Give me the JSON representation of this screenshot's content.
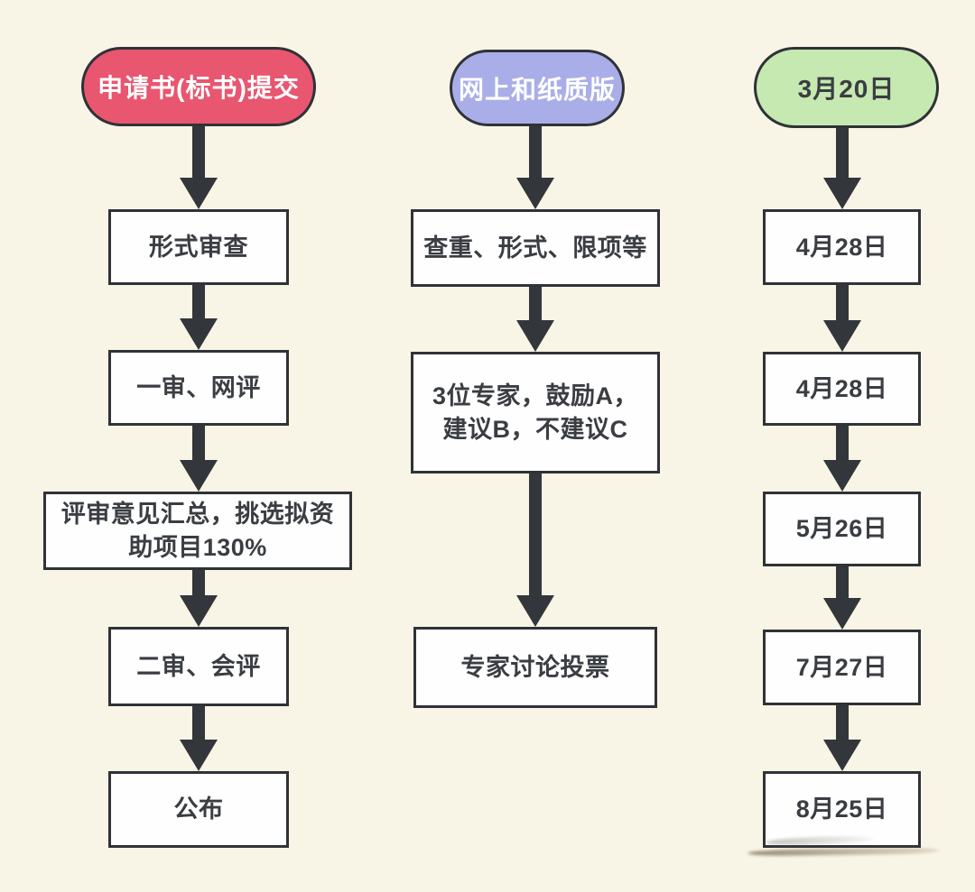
{
  "colors": {
    "background": "#f9f5e6",
    "header_pink": "#e8566f",
    "header_purple": "#a9aee8",
    "header_green": "#c5e9b0",
    "node_border": "#2f3237",
    "arrow": "#33363a",
    "text_dark": "#3a3d42",
    "text_light": "#ffffff",
    "node_fill": "#fefefe"
  },
  "diagram": {
    "type": "flowchart",
    "columns": [
      {
        "id": "review-process",
        "header": "申请书(标书)提交",
        "header_color": "#e8566f",
        "steps": [
          "形式审查",
          "一审、网评",
          "评审意见汇总，挑选拟资助项目130%",
          "二审、会评",
          "公布"
        ]
      },
      {
        "id": "submission-details",
        "header": "网上和纸质版",
        "header_color": "#a9aee8",
        "steps": [
          "查重、形式、限项等",
          "3位专家，鼓励A，建议B，不建议C",
          "专家讨论投票"
        ]
      },
      {
        "id": "timeline-dates",
        "header": "3月20日",
        "header_color": "#c5e9b0",
        "steps": [
          "4月28日",
          "4月28日",
          "5月26日",
          "7月27日",
          "8月25日"
        ]
      }
    ]
  }
}
